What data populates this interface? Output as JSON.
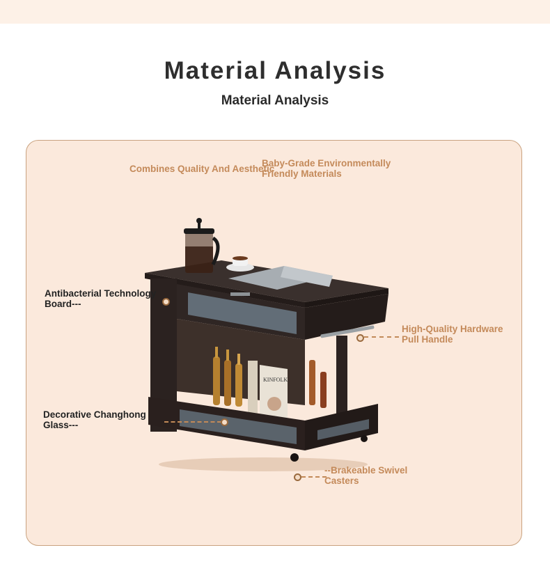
{
  "header": {
    "title": "Material Analysis",
    "subtitle": "Material Analysis"
  },
  "panel": {
    "headline_left": "Combines Quality And Aesthetic",
    "headline_right": "Baby-Grade Environmentally Friendly Materials",
    "callouts": {
      "antibacterial": "Antibacterial Technology Board---",
      "glass": "Decorative Changhong Glass---",
      "handle": "High-Quality Hardware Pull Handle",
      "casters": "--Brakeable Swivel Casters"
    },
    "book_title": "KINFOLK"
  },
  "colors": {
    "accent": "#c48a5a",
    "panel_bg": "#fbe9dc",
    "border": "#c9a27f",
    "title": "#2e2e2e",
    "furniture": "#2b2220"
  },
  "icons": [
    "coffee-press-icon",
    "coffee-cup-icon",
    "laptop-icon",
    "bottle-icon",
    "book-icon",
    "caster-icon"
  ]
}
